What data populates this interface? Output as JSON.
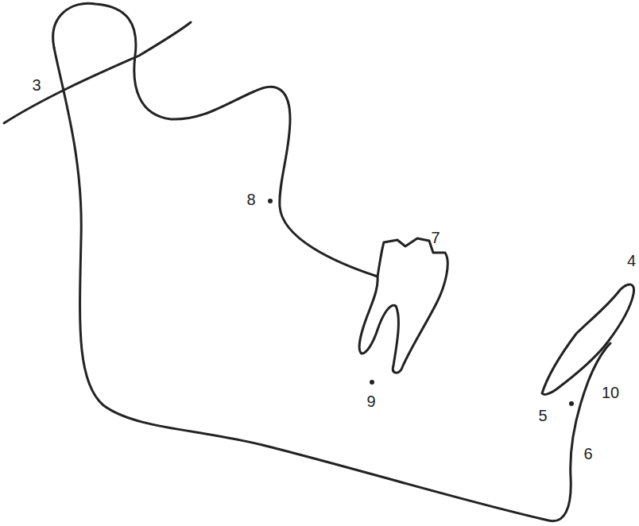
{
  "diagram": {
    "labels": [
      "3",
      "4",
      "5",
      "6",
      "7",
      "8",
      "9",
      "10"
    ]
  }
}
